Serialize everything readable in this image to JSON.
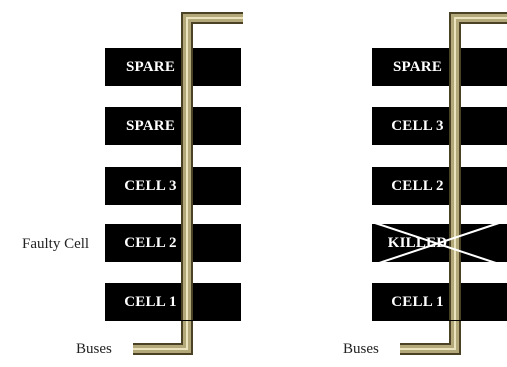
{
  "left_panel": {
    "cells": [
      "SPARE",
      "SPARE",
      "CELL 3",
      "CELL 2",
      "CELL 1"
    ],
    "annotation": "Faulty Cell",
    "bus_label": "Buses"
  },
  "right_panel": {
    "cells": [
      "SPARE",
      "CELL 3",
      "CELL 2",
      "KILLED",
      "CELL 1"
    ],
    "bus_label": "Buses"
  },
  "colors": {
    "cell_fill": "#000000",
    "bus_outer": "#4b4125",
    "bus_mid": "#b3a879",
    "bus_inner": "#eae3bd",
    "cross": "#ffffff"
  }
}
